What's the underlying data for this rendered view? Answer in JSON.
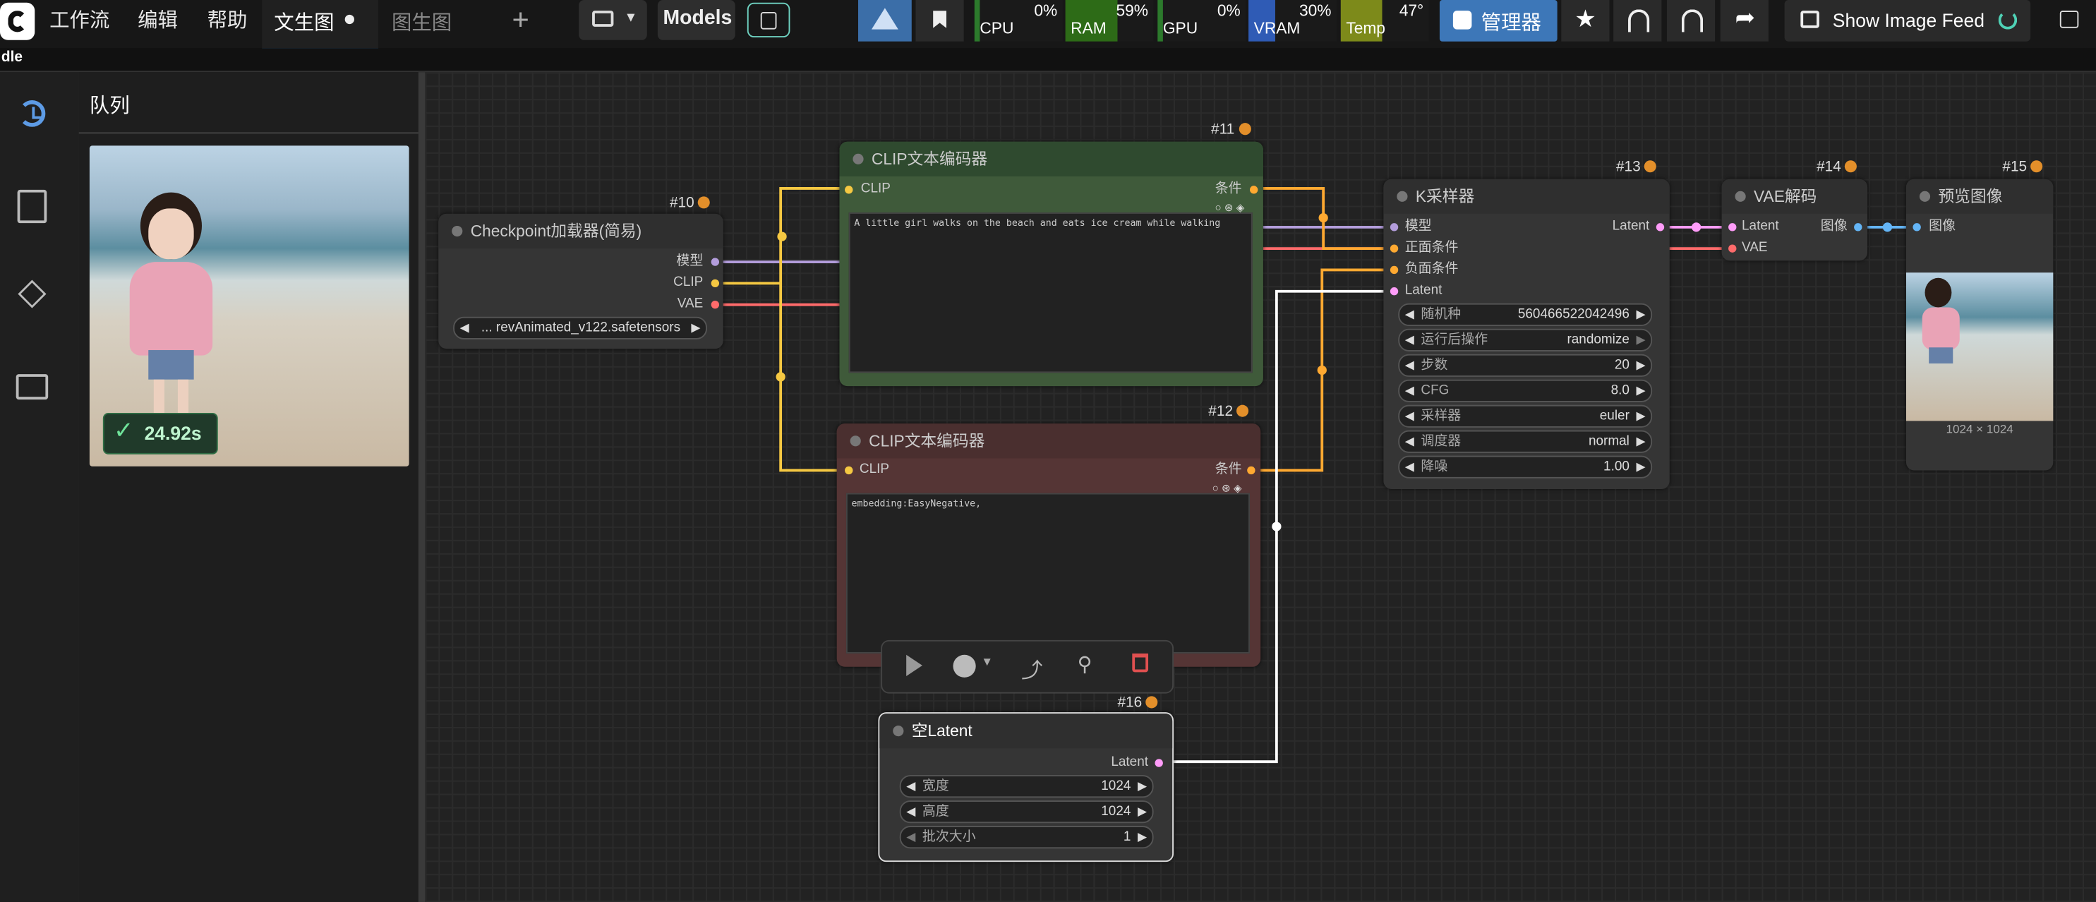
{
  "menu": {
    "workflow": "工作流",
    "edit": "编辑",
    "help": "帮助"
  },
  "tabs": {
    "active": "文生图",
    "inactive": "图生图",
    "add": "+"
  },
  "toolbar": {
    "models": "Models",
    "manager": "管理器",
    "show_feed": "Show Image Feed"
  },
  "stats": {
    "cpu": {
      "label": "CPU",
      "value": "0%"
    },
    "ram": {
      "label": "RAM",
      "value": "59%"
    },
    "gpu": {
      "label": "GPU",
      "value": "0%"
    },
    "vram": {
      "label": "VRAM",
      "value": "30%"
    },
    "temp": {
      "label": "Temp",
      "value": "47°"
    }
  },
  "subbar_text": "dle",
  "sidebar": {
    "queue_title": "队列",
    "time": "24.92s"
  },
  "nodes": {
    "n10": {
      "id": "#10",
      "title": "Checkpoint加载器(简易)",
      "out_model": "模型",
      "out_clip": "CLIP",
      "out_vae": "VAE",
      "ckpt": "... revAnimated_v122.safetensors"
    },
    "n11": {
      "id": "#11",
      "title": "CLIP文本编码器",
      "in_clip": "CLIP",
      "out": "条件",
      "text": "A little girl walks on the beach and eats ice cream while walking"
    },
    "n12": {
      "id": "#12",
      "title": "CLIP文本编码器",
      "in_clip": "CLIP",
      "out": "条件",
      "text": "embedding:EasyNegative,"
    },
    "n13": {
      "id": "#13",
      "title": "K采样器",
      "in_model": "模型",
      "in_pos": "正面条件",
      "in_neg": "负面条件",
      "in_latent": "Latent",
      "out_latent": "Latent",
      "w_seed": {
        "label": "随机种",
        "value": "560466522042496"
      },
      "w_after": {
        "label": "运行后操作",
        "value": "randomize"
      },
      "w_steps": {
        "label": "步数",
        "value": "20"
      },
      "w_cfg": {
        "label": "CFG",
        "value": "8.0"
      },
      "w_sampler": {
        "label": "采样器",
        "value": "euler"
      },
      "w_sched": {
        "label": "调度器",
        "value": "normal"
      },
      "w_denoise": {
        "label": "降噪",
        "value": "1.00"
      }
    },
    "n14": {
      "id": "#14",
      "title": "VAE解码",
      "in_latent": "Latent",
      "in_vae": "VAE",
      "out": "图像"
    },
    "n15": {
      "id": "#15",
      "title": "预览图像",
      "in": "图像",
      "size": "1024 × 1024"
    },
    "n16": {
      "id": "#16",
      "title": "空Latent",
      "out": "Latent",
      "w_width": {
        "label": "宽度",
        "value": "1024"
      },
      "w_height": {
        "label": "高度",
        "value": "1024"
      },
      "w_batch": {
        "label": "批次大小",
        "value": "1"
      }
    }
  },
  "colors": {
    "clip": "#f5c842",
    "model": "#b39ddb",
    "vae": "#ff6b6b",
    "cond": "#ffa931",
    "latent": "#ff9cf9",
    "image": "#64b5f6"
  }
}
